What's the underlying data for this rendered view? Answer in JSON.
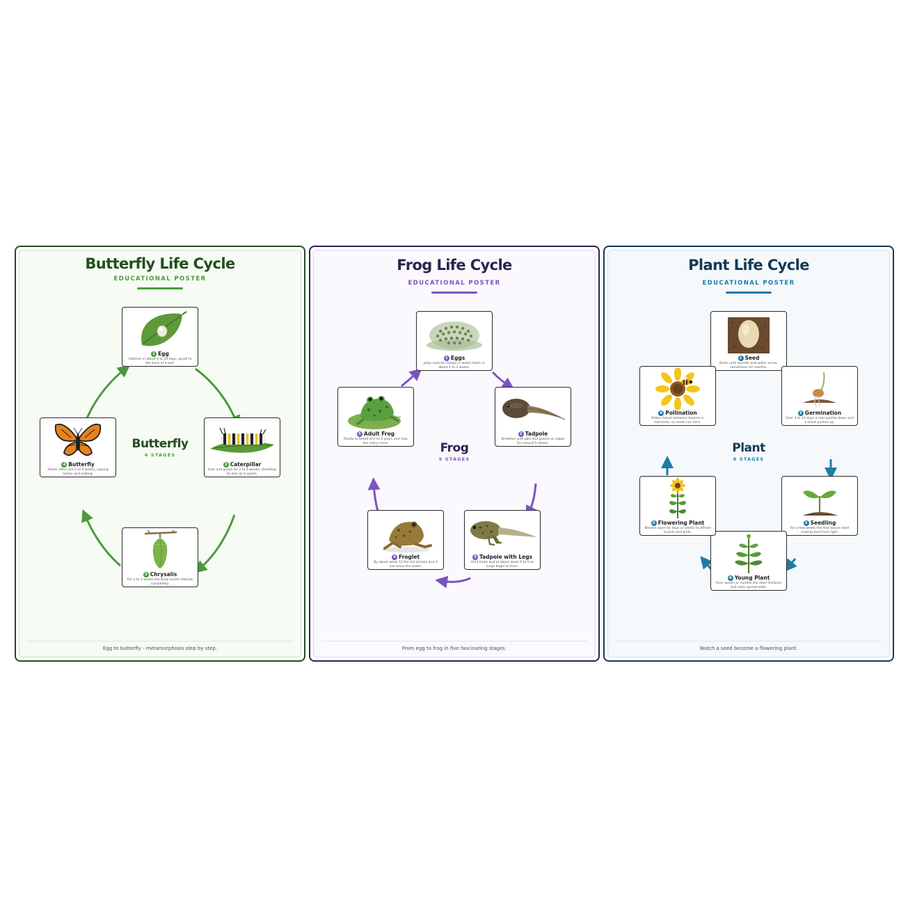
{
  "posters": {
    "butterfly": {
      "title": "Butterfly Life Cycle",
      "subtitle": "EDUCATIONAL POSTER",
      "center_name": "Butterfly",
      "center_count": "4 STAGES",
      "footer": "Egg to butterfly - metamorphosis step by step.",
      "accent": "#4a9a3c",
      "title_color": "#234d1f",
      "stages": [
        {
          "num": "1",
          "name": "Egg",
          "desc": "Hatches in about 4 to 10 days, glued to the back of a leaf.",
          "icon": "leaf-egg-icon"
        },
        {
          "num": "2",
          "name": "Caterpillar",
          "desc": "Eats and grows for 2 to 4 weeks, shedding its skin as it swells.",
          "icon": "caterpillar-icon"
        },
        {
          "num": "3",
          "name": "Chrysalis",
          "desc": "For 1 to 2 weeks the body inside rebuilds completely.",
          "icon": "chrysalis-icon"
        },
        {
          "num": "4",
          "name": "Butterfly",
          "desc": "Adults often live 2 to 4 weeks, sipping nectar and mating.",
          "icon": "butterfly-icon"
        }
      ]
    },
    "frog": {
      "title": "Frog Life Cycle",
      "subtitle": "EDUCATIONAL POSTER",
      "center_name": "Frog",
      "center_count": "5 STAGES",
      "footer": "From egg to frog in five fascinating stages.",
      "accent": "#7a55c0",
      "title_color": "#2c2350",
      "stages": [
        {
          "num": "1",
          "name": "Eggs",
          "desc": "Jelly-covered clumps in water hatch in about 1 to 3 weeks.",
          "icon": "frogspawn-icon"
        },
        {
          "num": "2",
          "name": "Tadpole",
          "desc": "Breathes with gills and grazes on algae for around 5 weeks.",
          "icon": "tadpole-icon"
        },
        {
          "num": "3",
          "name": "Tadpole with Legs",
          "desc": "Hind limbs bud at about week 6 to 9 as lungs begin to form.",
          "icon": "tadpole-legs-icon"
        },
        {
          "num": "4",
          "name": "Froglet",
          "desc": "By about week 12 the tail shrinks and it can leave the water.",
          "icon": "froglet-icon"
        },
        {
          "num": "5",
          "name": "Adult Frog",
          "desc": "Ready to breed at 2 to 4 years and may live many more.",
          "icon": "adult-frog-icon"
        }
      ]
    },
    "plant": {
      "title": "Plant Life Cycle",
      "subtitle": "EDUCATIONAL POSTER",
      "center_name": "Plant",
      "center_count": "6 STAGES",
      "footer": "Watch a seed become a flowering plant.",
      "accent": "#1f7ba8",
      "title_color": "#143a54",
      "stages": [
        {
          "num": "1",
          "name": "Seed",
          "desc": "Rests until warmth and water arrive, sometimes for months.",
          "icon": "seed-icon"
        },
        {
          "num": "2",
          "name": "Germination",
          "desc": "Over 3 to 14 days a root pushes down and a shoot pushes up.",
          "icon": "germination-icon"
        },
        {
          "num": "3",
          "name": "Seedling",
          "desc": "For a few weeks the first leaves start making food from light.",
          "icon": "seedling-icon"
        },
        {
          "num": "4",
          "name": "Young Plant",
          "desc": "Over weeks or months the stem thickens and roots spread wide.",
          "icon": "young-plant-icon"
        },
        {
          "num": "5",
          "name": "Flowering Plant",
          "desc": "Blooms open for days or weeks to attract insects and birds.",
          "icon": "sunflower-icon"
        },
        {
          "num": "6",
          "name": "Pollination",
          "desc": "Pollen moves between blooms in moments, so seeds can form.",
          "icon": "bee-flower-icon"
        }
      ]
    }
  }
}
